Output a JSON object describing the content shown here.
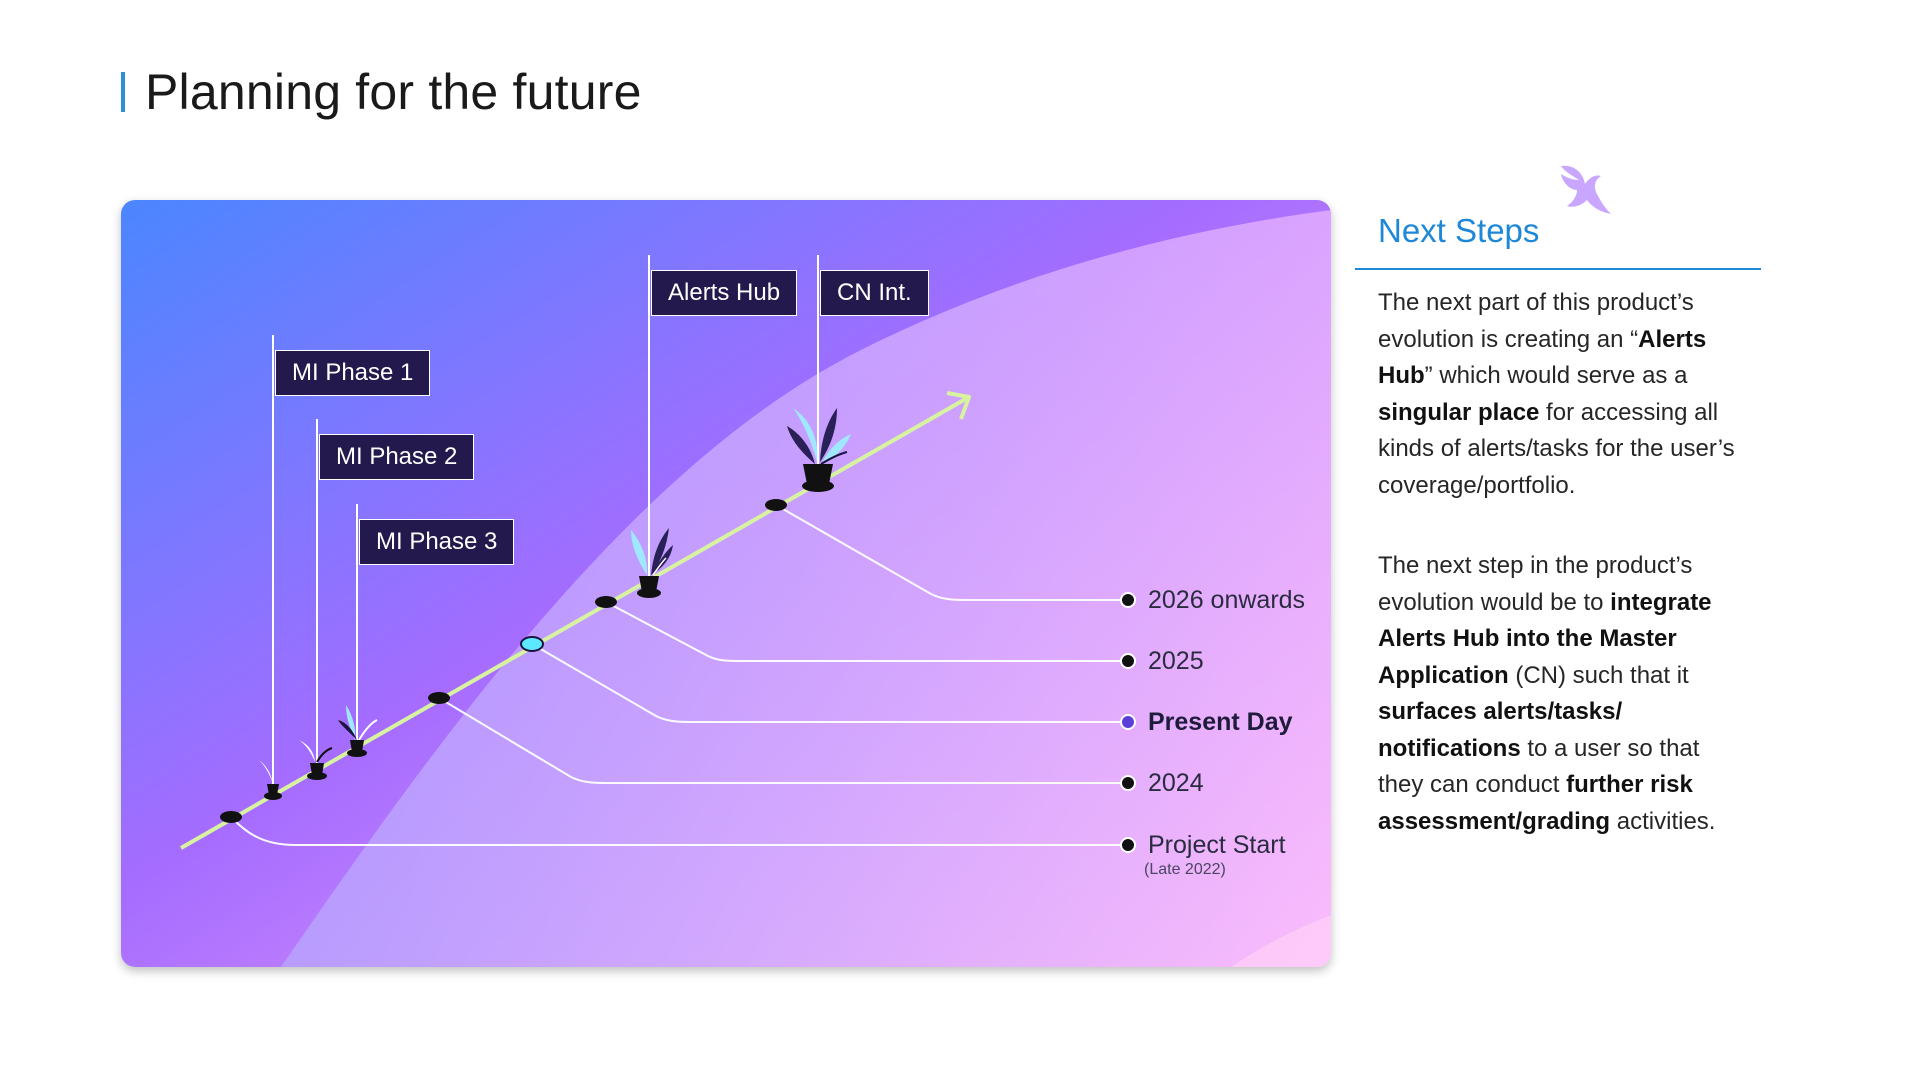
{
  "page": {
    "title": "Planning for the future"
  },
  "timeline": {
    "tags": {
      "mi_phase_1": "MI Phase 1",
      "mi_phase_2": "MI Phase 2",
      "mi_phase_3": "MI Phase 3",
      "alerts_hub": "Alerts Hub",
      "cn_int": "CN Int."
    },
    "milestones": {
      "m2026": "2026 onwards",
      "m2025": "2025",
      "present": "Present Day",
      "m2024": "2024",
      "start": "Project Start",
      "start_note": "(Late 2022)"
    },
    "colors": {
      "gradient_start": "#4b86ff",
      "gradient_mid": "#9f64ff",
      "gradient_end": "#ff9ef5",
      "growth_line": "#d8f3a0",
      "tag_bg": "#23194d",
      "present_marker": "#5ce8ff"
    }
  },
  "next_steps": {
    "title": "Next Steps",
    "p1": {
      "t1": "The next part of this product’s evolution is creating an “",
      "b1": "Alerts Hub",
      "t2": "” which would serve as a ",
      "b2": "singular place",
      "t3": " for accessing all kinds of alerts/tasks for the user’s coverage/portfolio."
    },
    "p2": {
      "t1": "The next step in the product’s evolution would be to ",
      "b1": "integrate Alerts Hub into the Master Application",
      "t2": " (CN) such that it ",
      "b2": "surfaces alerts/tasks/ notifications",
      "t3": " to a user so that they can conduct ",
      "b3": "further risk assessment/grading",
      "t4": " activities."
    }
  }
}
